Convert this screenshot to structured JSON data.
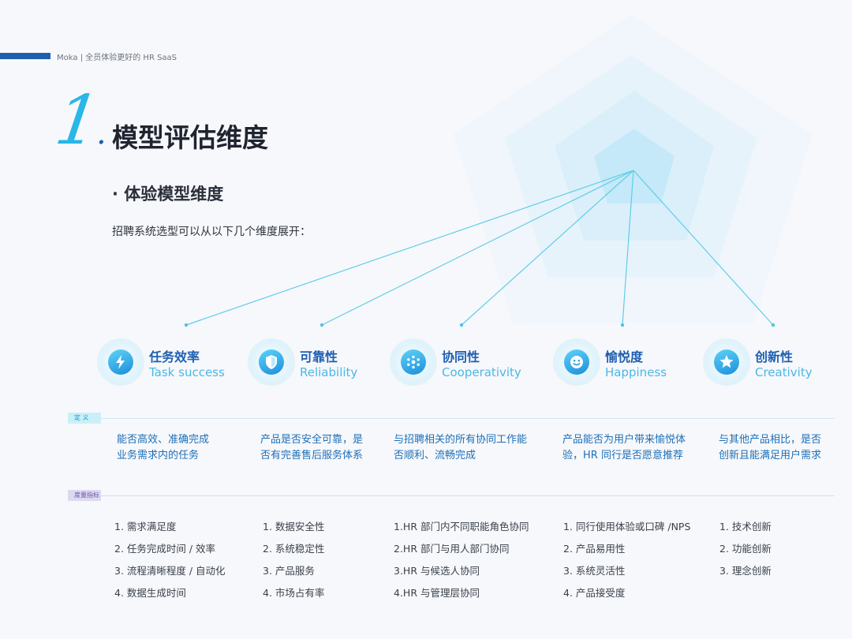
{
  "header": {
    "brand": "Moka",
    "separator": "|",
    "tagline": "全员体验更好的 HR SaaS"
  },
  "section": {
    "number": "1",
    "dot": ".",
    "title": "模型评估维度"
  },
  "subtitle": "· 体验模型维度",
  "intro": "招聘系统选型可以从以下几个维度展开：",
  "tags": {
    "definition": "定 义",
    "metrics": "度量指标"
  },
  "colors": {
    "primary": "#1e5fb0",
    "accent": "#29b6e8",
    "definition_text": "#1c6fb8",
    "metric_tag": "#6b5aa8"
  },
  "dimensions": [
    {
      "icon": "lightning-icon",
      "cn": "任务效率",
      "en": "Task success",
      "definition": [
        "能否高效、准确完成",
        "业务需求内的任务"
      ],
      "metrics": [
        "1. 需求满足度",
        "2. 任务完成时间 / 效率",
        "3. 流程清晰程度 / 自动化",
        "4. 数据生成时间"
      ]
    },
    {
      "icon": "shield-icon",
      "cn": "可靠性",
      "en": "Reliability",
      "definition": [
        "产品是否安全可靠，是",
        "否有完善售后服务体系"
      ],
      "metrics": [
        "1. 数据安全性",
        "2. 系统稳定性",
        "3. 产品服务",
        "4. 市场占有率"
      ]
    },
    {
      "icon": "network-icon",
      "cn": "协同性",
      "en": "Cooperativity",
      "definition": [
        "与招聘相关的所有协同工作能",
        "否顺利、流畅完成"
      ],
      "metrics": [
        "1.HR 部门内不同职能角色协同",
        "2.HR 部门与用人部门协同",
        "3.HR 与候选人协同",
        "4.HR 与管理层协同"
      ]
    },
    {
      "icon": "smiley-icon",
      "cn": "愉悦度",
      "en": "Happiness",
      "definition": [
        "产品能否为用户带来愉悦体",
        "验，HR 同行是否愿意推荐"
      ],
      "metrics": [
        "1. 同行使用体验或口碑 /NPS",
        "2. 产品易用性",
        "3. 系统灵活性",
        "4. 产品接受度"
      ]
    },
    {
      "icon": "star-icon",
      "cn": "创新性",
      "en": "Creativity",
      "definition": [
        "与其他产品相比，是否",
        "创新且能满足用户需求"
      ],
      "metrics": [
        "1. 技术创新",
        "2. 功能创新",
        "3. 理念创新"
      ]
    }
  ]
}
